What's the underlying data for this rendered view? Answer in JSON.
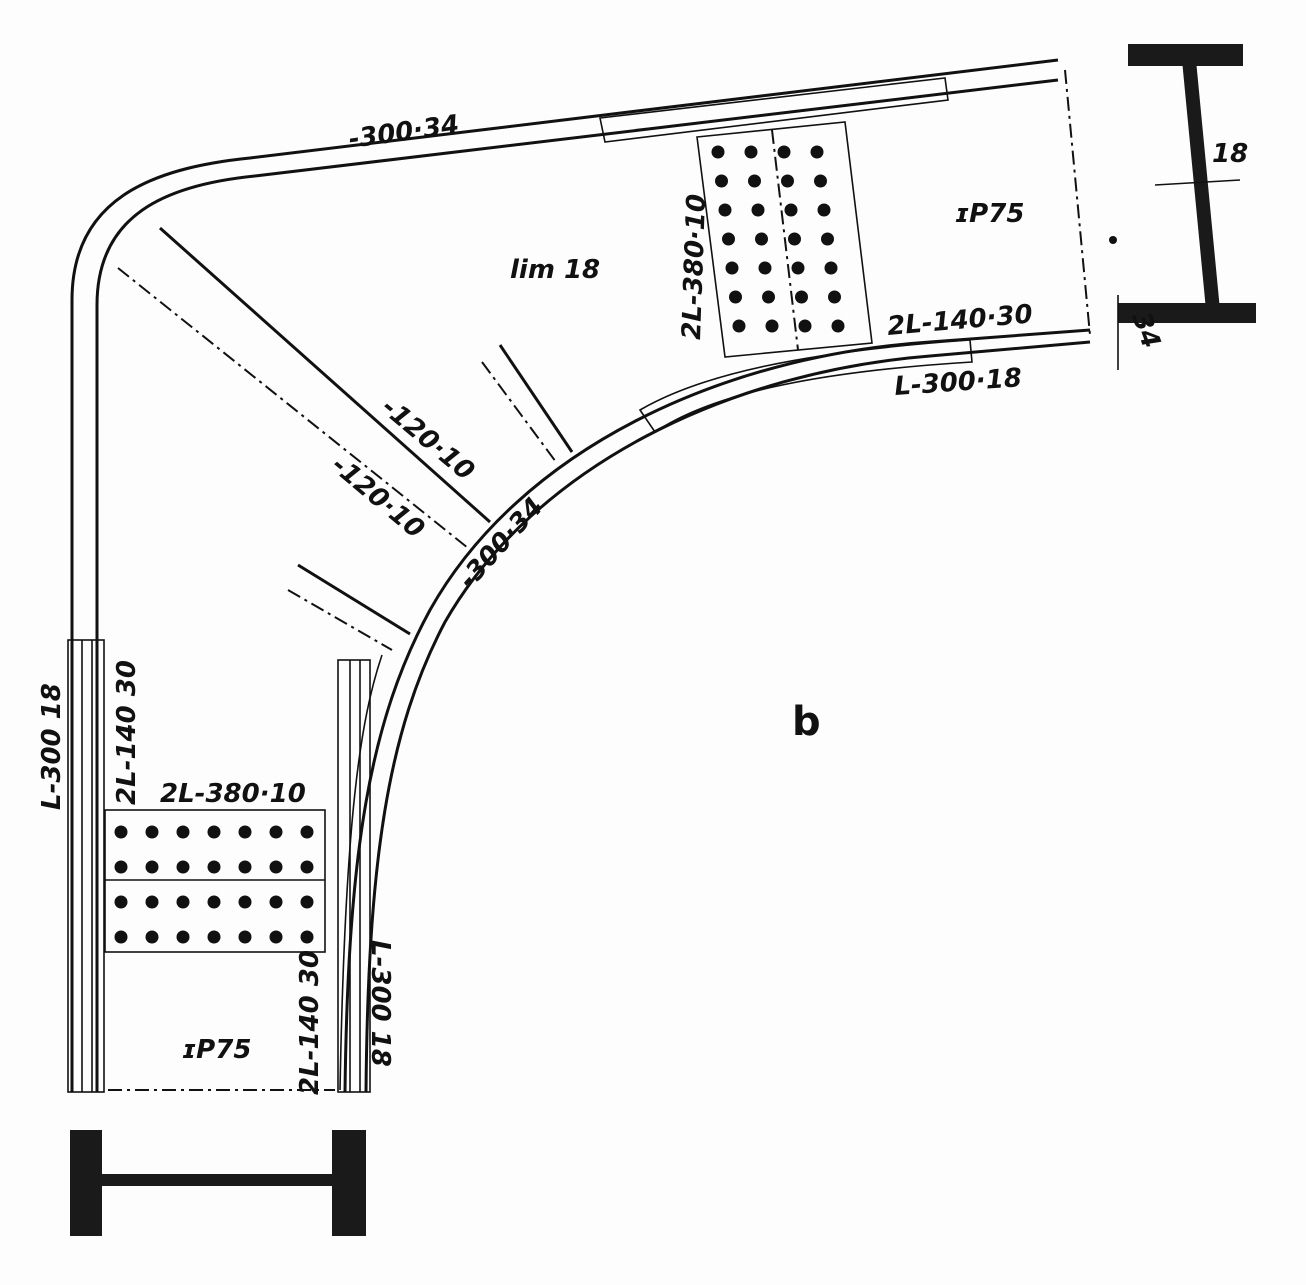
{
  "figure_label": "b",
  "labels": {
    "top_flange": "-300·34",
    "web_thickness": "lim 18",
    "top_splice_plate": "2L-380·10",
    "top_right_beam": "ɪP75",
    "top_right_angles": "2L-140·30",
    "top_right_inner_flange": "L-300·18",
    "beam_web_dim": "18",
    "beam_flange_dim": "34",
    "brace_1": "-120·10",
    "brace_2": "-120·10",
    "inner_curved_flange": "-300·34",
    "left_outer_flange": "L-300 18",
    "left_angles": "2L-140 30",
    "bottom_splice_plate": "2L-380·10",
    "bottom_beam": "ɪP75",
    "bottom_right_angles": "2L-140 30",
    "bottom_right_flange": "L-300 18"
  }
}
